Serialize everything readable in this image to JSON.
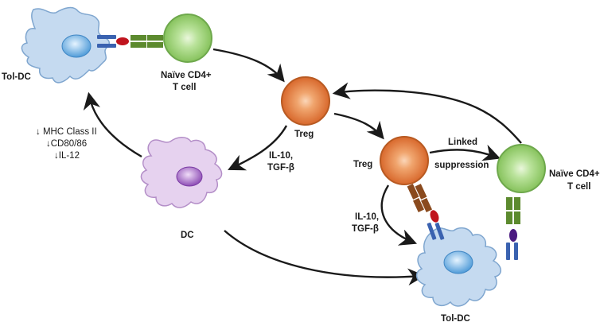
{
  "labels": {
    "tol_dc_top": "Tol-DC",
    "naive_top_line1": "Naïve CD4+",
    "naive_top_line2": "T cell",
    "treg_center": "Treg",
    "mhc": "↓ MHC Class II",
    "cd80": "↓CD80/86",
    "il12": "↓IL-12",
    "il10_left_line1": "IL-10,",
    "il10_left_line2": "TGF-β",
    "dc": "DC",
    "treg_right": "Treg",
    "linked_line1": "Linked",
    "linked_line2": "suppression",
    "naive_right_line1": "Naïve CD4+",
    "naive_right_line2": "T cell",
    "il10_right_line1": "IL-10,",
    "il10_right_line2": "TGF-β",
    "tol_dc_bottom": "Tol-DC"
  },
  "colors": {
    "tol_dc_fill": "#c5daf0",
    "tol_dc_stroke": "#7fa6cf",
    "tol_dc_nucleus": "#5fa9e0",
    "dc_fill": "#e6d2ef",
    "dc_stroke": "#b48fc8",
    "dc_nucleus": "#9b5fc0",
    "treg_fill": "#e07a3c",
    "treg_stroke": "#b85a22",
    "naive_fill": "#9fd07d",
    "naive_stroke": "#6ea84c",
    "mhc_blue": "#3a62b0",
    "tcr_green": "#5c8a2e",
    "tcr_brown": "#8a4a1e",
    "antigen_red": "#c0141e",
    "antigen_purple": "#4a1a80",
    "arrow": "#1a1a1a"
  }
}
